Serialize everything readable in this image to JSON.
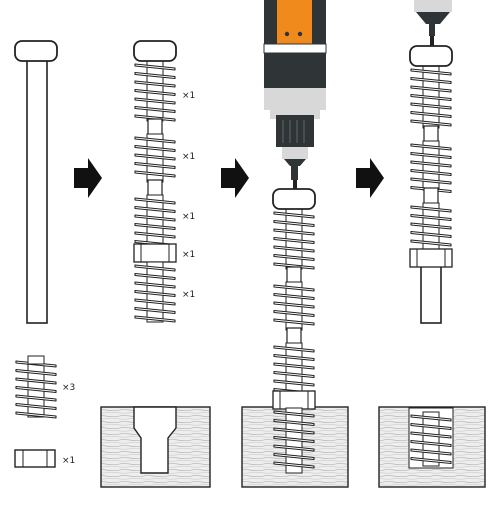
{
  "quantities": {
    "step2": [
      "×1",
      "×1",
      "×1",
      "×1",
      "×1"
    ],
    "parts_insert": "×3",
    "parts_nut": "×1"
  },
  "colors": {
    "line": "#222222",
    "drill_body": "#2f3436",
    "drill_grey": "#d8d8d8",
    "drill_accent": "#f08a1c",
    "arrow": "#111111",
    "material_fill": "#e9e9e9",
    "material_grain": "#9a9a9a"
  },
  "icons": {
    "arrow": "right-arrow-icon",
    "drill": "power-drill-icon"
  }
}
